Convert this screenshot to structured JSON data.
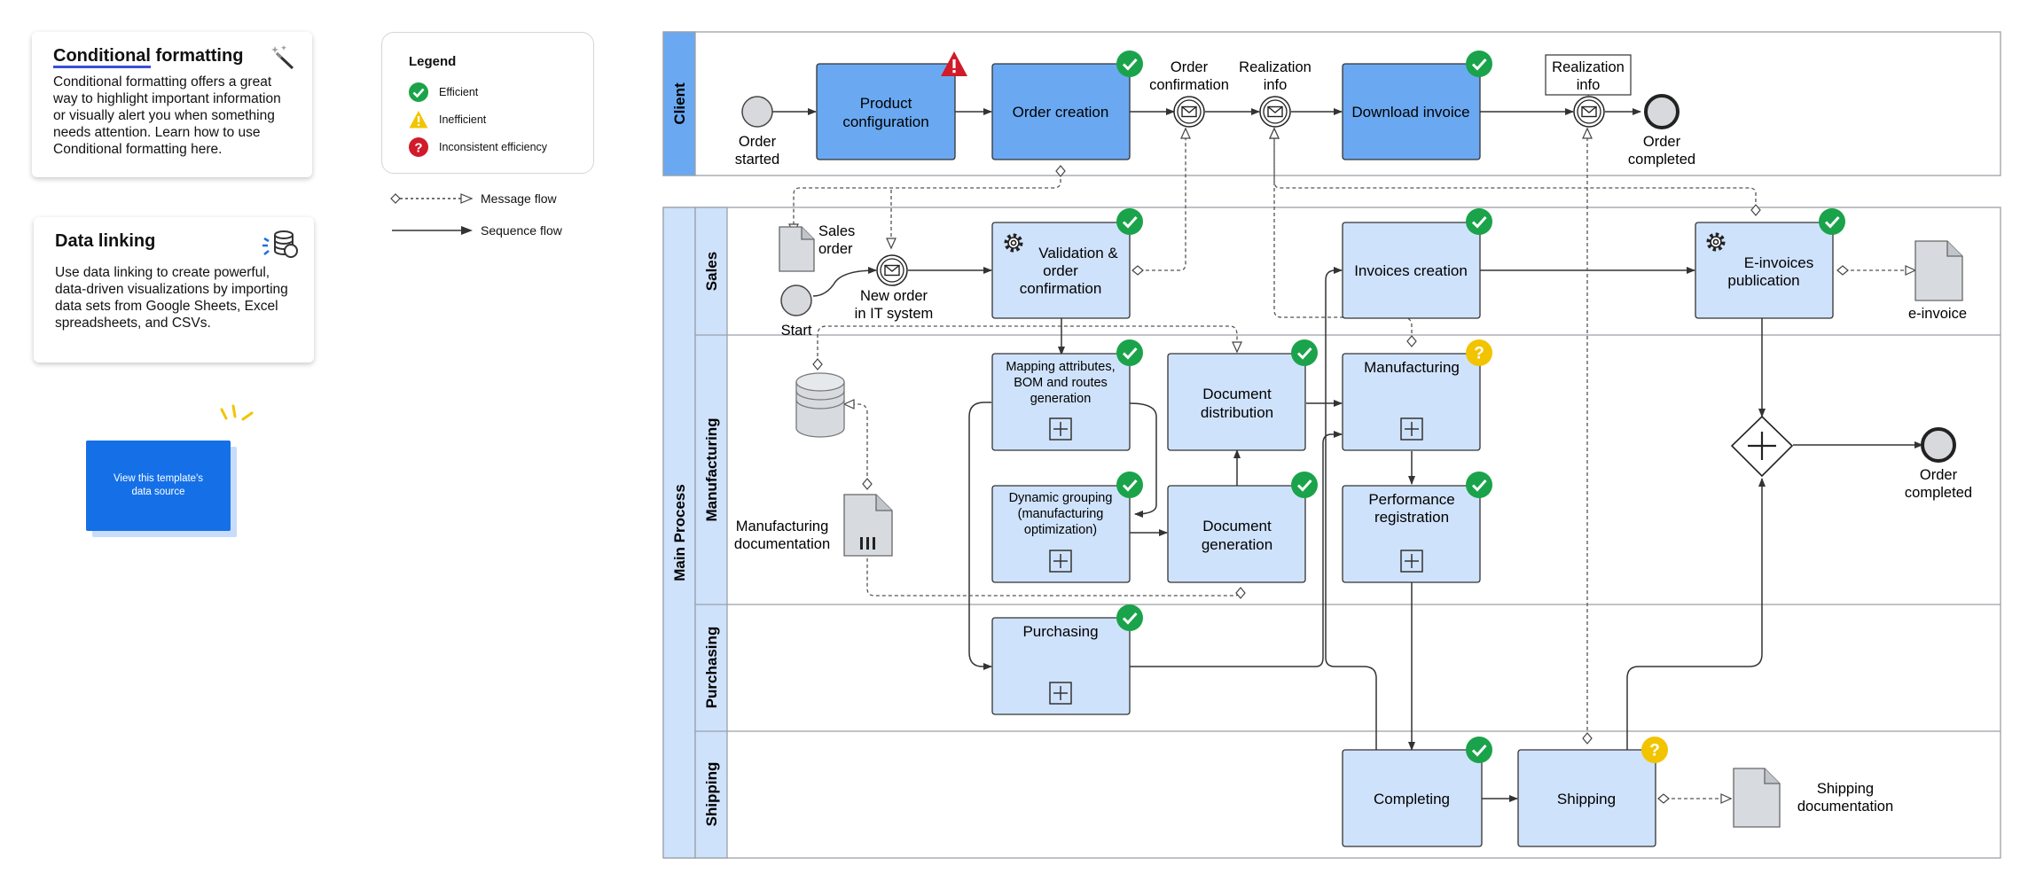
{
  "cards": {
    "conditional": {
      "title_a": "Conditional",
      "title_b": " formatting",
      "body": "Conditional formatting offers a great way to highlight important information or visually alert you when something needs attention. Learn how to use Conditional formatting here."
    },
    "data_linking": {
      "title": "Data linking",
      "body": "Use data linking to create powerful, data-driven visualizations by importing data sets from Google Sheets, Excel spreadsheets, and CSVs."
    },
    "data_source_button": "View this template's data source"
  },
  "legend": {
    "title": "Legend",
    "efficient": "Efficient",
    "inefficient": "Inefficient",
    "inconsistent": "Inconsistent efficiency",
    "message_flow": "Message flow",
    "sequence_flow": "Sequence flow"
  },
  "colors": {
    "efficient": "#1aa34a",
    "inefficient": "#f2c400",
    "inconsistent": "#d11a2a",
    "client_task": "#6aa9f2",
    "process_task": "#cfe2fb",
    "lane_header": "#cfe2fb",
    "client_header": "#6aa9f2"
  },
  "pools": {
    "client": "Client",
    "main": "Main Process",
    "lanes": [
      "Sales",
      "Manufacturing",
      "Purchasing",
      "Shipping"
    ]
  },
  "client": {
    "order_started": [
      "Order",
      "started"
    ],
    "product_configuration": [
      "Product",
      "configuration"
    ],
    "order_creation": "Order creation",
    "order_confirmation": [
      "Order",
      "confirmation"
    ],
    "realization_info": [
      "Realization",
      "info"
    ],
    "download_invoice": "Download invoice",
    "realization_info_box": [
      "Realization",
      "info"
    ],
    "order_completed": [
      "Order",
      "completed"
    ]
  },
  "sales": {
    "sales_order": [
      "Sales",
      "order"
    ],
    "start": "Start",
    "new_order": [
      "New order",
      "in IT system"
    ],
    "validation": [
      "Validation &",
      "order",
      "confirmation"
    ],
    "invoices_creation": "Invoices creation",
    "einvoices": [
      "E-invoices",
      "publication"
    ],
    "einvoice": "e-invoice"
  },
  "manufacturing": {
    "mapping": [
      "Mapping attributes,",
      "BOM and routes",
      "generation"
    ],
    "dynamic": [
      "Dynamic grouping",
      "(manufacturing",
      "optimization)"
    ],
    "doc_distribution": [
      "Document",
      "distribution"
    ],
    "doc_generation": [
      "Document",
      "generation"
    ],
    "manufacturing": "Manufacturing",
    "performance": [
      "Performance",
      "registration"
    ],
    "mfg_documentation": [
      "Manufacturing",
      "documentation"
    ],
    "order_completed": [
      "Order",
      "completed"
    ]
  },
  "purchasing": {
    "purchasing": "Purchasing"
  },
  "shipping": {
    "completing": "Completing",
    "shipping": "Shipping",
    "shipping_documentation": [
      "Shipping",
      "documentation"
    ]
  }
}
